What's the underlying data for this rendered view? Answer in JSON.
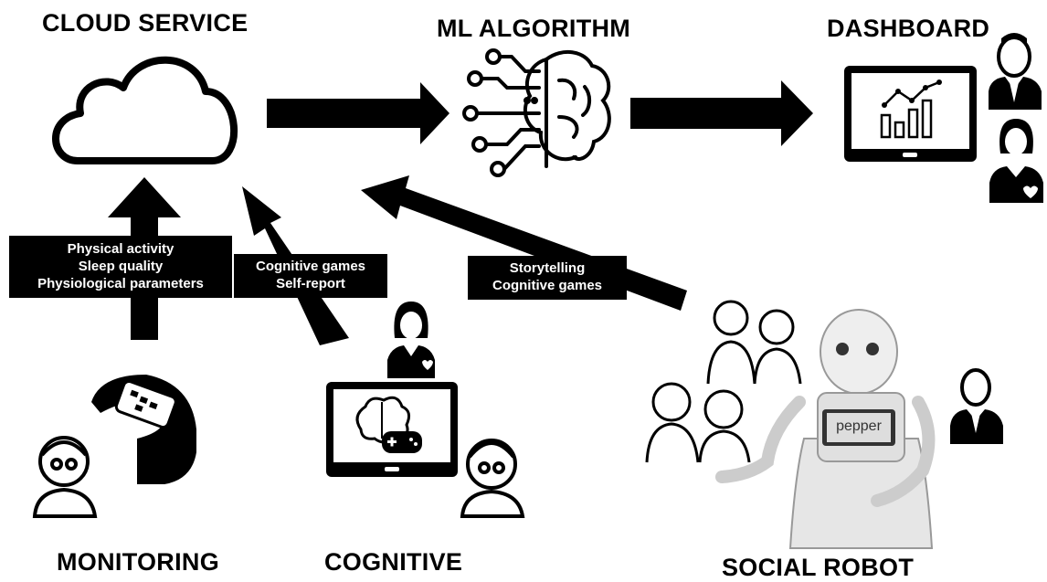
{
  "titles": {
    "cloud_service": "CLOUD SERVICE",
    "ml_algorithm": "ML ALGORITHM",
    "dashboard": "DASHBOARD",
    "monitoring": "MONITORING",
    "cognitive": "COGNITIVE",
    "social_robot": "SOCIAL ROBOT"
  },
  "arrow_labels": {
    "monitoring": [
      "Physical activity",
      "Sleep quality",
      "Physiological parameters"
    ],
    "cognitive": [
      "Cognitive games",
      "Self-report"
    ],
    "social_robot": [
      "Storytelling",
      "Cognitive games"
    ]
  },
  "robot_screen_text": "pepper",
  "colors": {
    "foreground": "#000000",
    "background": "#ffffff",
    "robot_body": "#e6e6e6"
  },
  "icons": [
    "cloud-icon",
    "ml-brain-circuit-icon",
    "dashboard-tablet-chart-icon",
    "doctor-male-icon",
    "doctor-female-icon",
    "smart-band-icon",
    "elderly-person-icon",
    "tablet-brain-game-icon",
    "elderly-group-icon",
    "pepper-robot-icon"
  ]
}
